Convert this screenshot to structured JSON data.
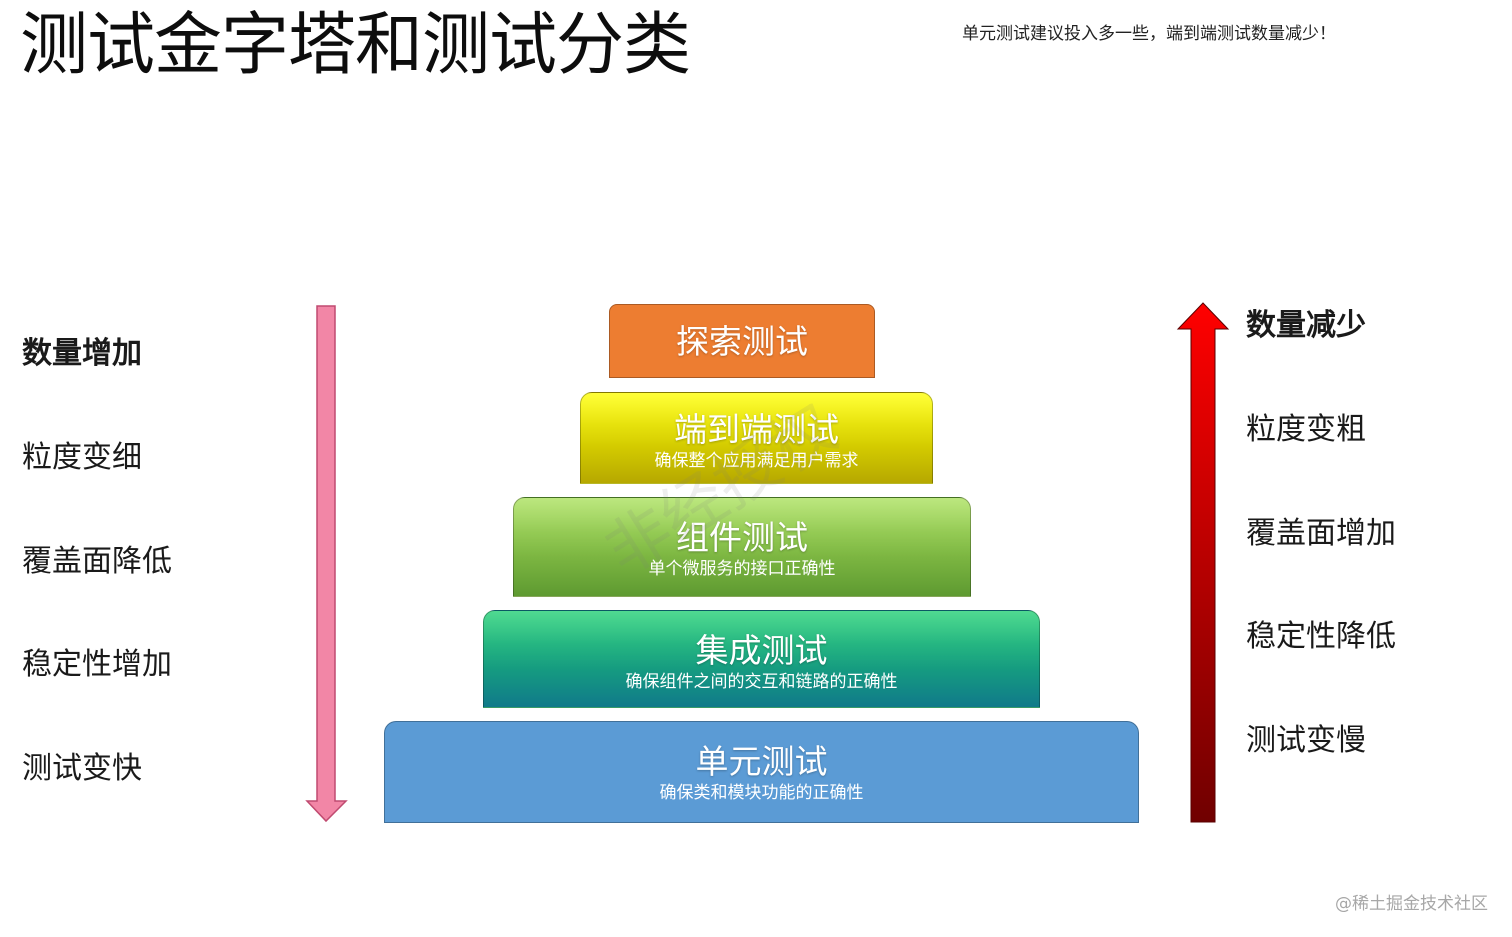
{
  "header": {
    "title": "测试金字塔和测试分类",
    "note": "单元测试建议投入多一些，端到端测试数量减少！"
  },
  "left_column": {
    "items": [
      "数量增加",
      "粒度变细",
      "覆盖面降低",
      "稳定性增加",
      "测试变快"
    ]
  },
  "right_column": {
    "items": [
      "数量减少",
      "粒度变粗",
      "覆盖面增加",
      "稳定性降低",
      "测试变慢"
    ]
  },
  "pyramid": {
    "tiers": [
      {
        "title": "探索测试",
        "desc": ""
      },
      {
        "title": "端到端测试",
        "desc": "确保整个应用满足用户需求"
      },
      {
        "title": "组件测试",
        "desc": "单个微服务的接口正确性"
      },
      {
        "title": "集成测试",
        "desc": "确保组件之间的交互和链路的正确性"
      },
      {
        "title": "单元测试",
        "desc": "确保类和模块功能的正确性"
      }
    ]
  },
  "watermark": "非经授权",
  "credit": "@稀土掘金技术社区",
  "colors": {
    "explore": "#ed7d31",
    "e2e_top": "#ffff00",
    "e2e_bottom": "#b6a800",
    "component_top": "#a9e05a",
    "component_bottom": "#5e9a31",
    "integration_top": "#1ecf72",
    "integration_bottom": "#107a8a",
    "unit": "#5b9bd5",
    "left_arrow": "#f286a6",
    "right_arrow_top": "#ff0000",
    "right_arrow_bottom": "#700000"
  }
}
